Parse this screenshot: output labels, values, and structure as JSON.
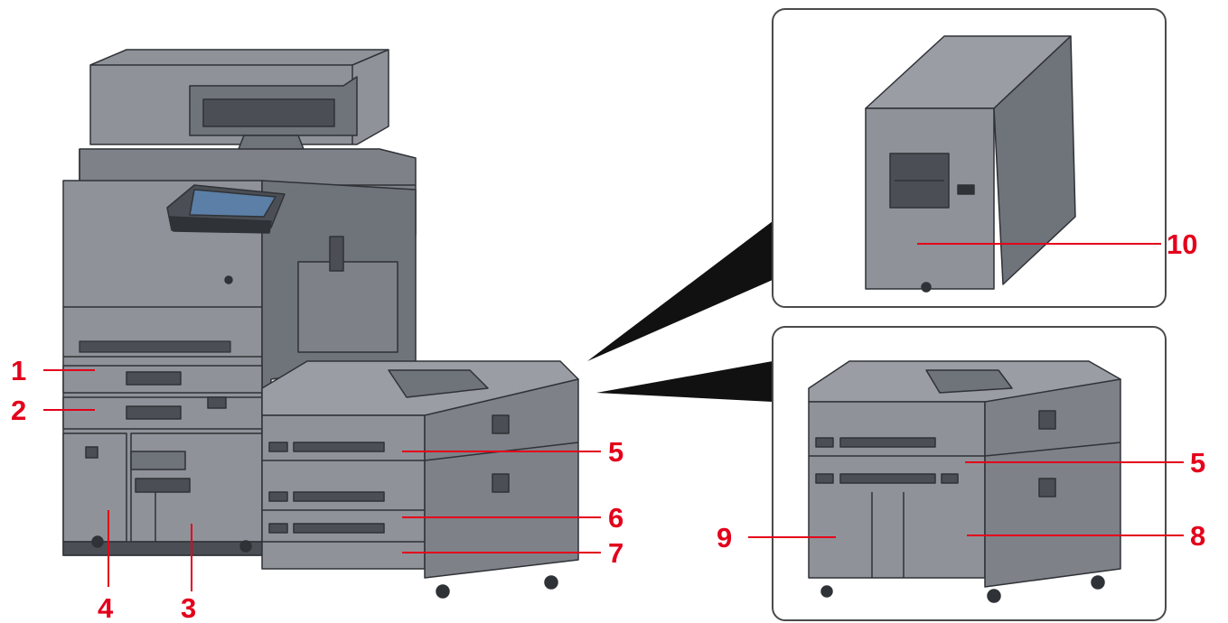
{
  "colors": {
    "callout": "#e3001b",
    "body_light": "#8f9399",
    "body_mid": "#6f737a",
    "body_dark": "#4b4f55",
    "outline": "#2f3236",
    "screen": "#5b7fa6"
  },
  "callouts": [
    {
      "id": "c1",
      "label": "1"
    },
    {
      "id": "c2",
      "label": "2"
    },
    {
      "id": "c3",
      "label": "3"
    },
    {
      "id": "c4",
      "label": "4"
    },
    {
      "id": "c5a",
      "label": "5"
    },
    {
      "id": "c6",
      "label": "6"
    },
    {
      "id": "c7",
      "label": "7"
    },
    {
      "id": "c5b",
      "label": "5"
    },
    {
      "id": "c8",
      "label": "8"
    },
    {
      "id": "c9",
      "label": "9"
    },
    {
      "id": "c10",
      "label": "10"
    }
  ]
}
